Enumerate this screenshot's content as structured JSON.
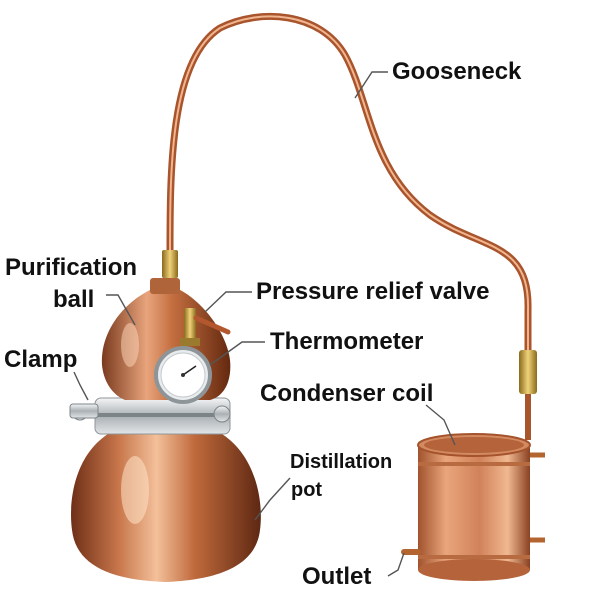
{
  "labels": {
    "gooseneck": "Gooseneck",
    "purification_line1": "Purification",
    "purification_line2": "ball",
    "pressure_relief_valve": "Pressure relief valve",
    "clamp": "Clamp",
    "thermometer": "Thermometer",
    "condenser_coil": "Condenser coil",
    "distillation_line1": "Distillation",
    "distillation_line2": "pot",
    "outlet": "Outlet"
  },
  "colors": {
    "copper": "#c8764a",
    "copper_dark": "#7a3a1e",
    "copper_light": "#f0b48c",
    "steel": "#cfd3d6",
    "brass": "#c9a23a"
  }
}
